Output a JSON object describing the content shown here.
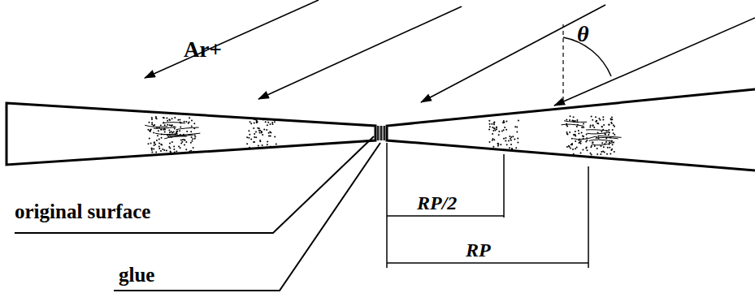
{
  "diagram": {
    "labels": [
      "Ar+",
      "θ",
      "original surface",
      "glue",
      "RP/2",
      "RP"
    ]
  }
}
